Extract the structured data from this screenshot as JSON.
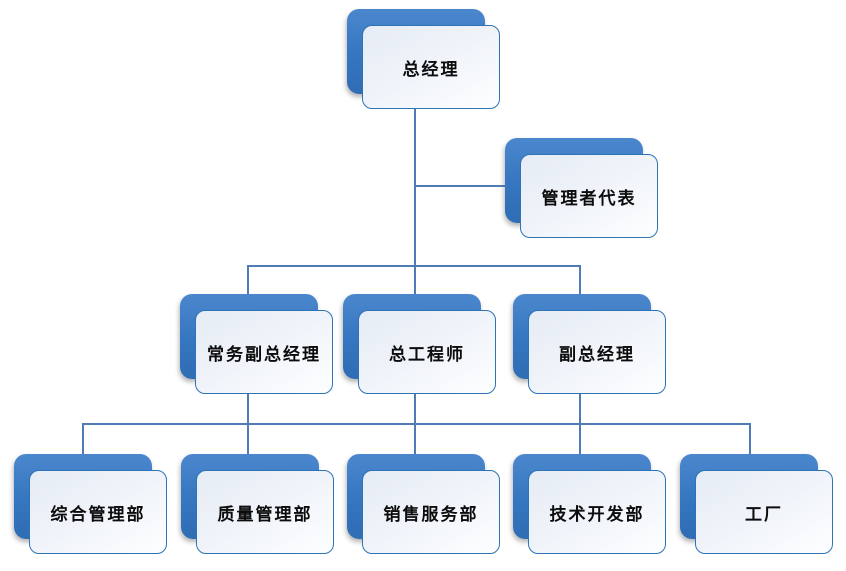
{
  "diagram": {
    "type": "org-chart",
    "nodes": [
      {
        "id": "general-manager",
        "label": "总经理",
        "level": 0,
        "reports_to": null
      },
      {
        "id": "management-representative",
        "label": "管理者代表",
        "level": 1,
        "reports_to": "general-manager"
      },
      {
        "id": "executive-deputy-gm",
        "label": "常务副总经理",
        "level": 2,
        "reports_to": "general-manager"
      },
      {
        "id": "chief-engineer",
        "label": "总工程师",
        "level": 2,
        "reports_to": "general-manager"
      },
      {
        "id": "deputy-gm",
        "label": "副总经理",
        "level": 2,
        "reports_to": "general-manager"
      },
      {
        "id": "general-affairs-dept",
        "label": "综合管理部",
        "level": 3,
        "reports_to": "level-2-group"
      },
      {
        "id": "quality-management-dept",
        "label": "质量管理部",
        "level": 3,
        "reports_to": "level-2-group"
      },
      {
        "id": "sales-service-dept",
        "label": "销售服务部",
        "level": 3,
        "reports_to": "level-2-group"
      },
      {
        "id": "technology-development-dept",
        "label": "技术开发部",
        "level": 3,
        "reports_to": "level-2-group"
      },
      {
        "id": "factory",
        "label": "工厂",
        "level": 3,
        "reports_to": "level-2-group"
      }
    ],
    "colors": {
      "shadow_box_blue": "#3576c0",
      "card_border": "#2e74b5",
      "card_fill": "#eff3f9",
      "connector": "#4f7cb4",
      "label_text": "#0c0c0c",
      "background": "#ffffff"
    }
  }
}
